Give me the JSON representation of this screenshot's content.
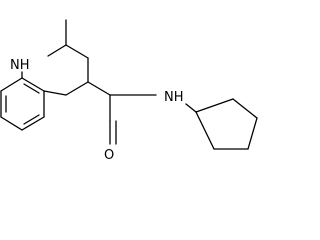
{
  "molecule": {
    "atoms": {
      "nh_ring": "NH",
      "oxygen": "O",
      "nh_amide": "NH"
    },
    "colors": {
      "bond": "#000000",
      "label": "#000000",
      "background": "#ffffff"
    }
  }
}
